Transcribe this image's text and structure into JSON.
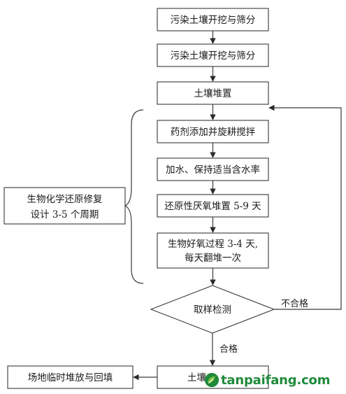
{
  "steps": {
    "excavate_1": "污染土壤开挖与筛分",
    "excavate_2": "污染土壤开挖与筛分",
    "stockpile": "土壤堆置",
    "add_agent": "药剂添加并旋耕搅拌",
    "water": "加水、保持适当含水率",
    "anaerobic": "还原性厌氧堆置 5-9 天",
    "aerobic_line1": "生物好氧过程 3-4 天,",
    "aerobic_line2": "每天翻堆一次",
    "sampling": "取样检测",
    "final_box": "土壤",
    "backfill": "场地临时堆放与回填"
  },
  "cycle": {
    "line1": "生物化学还原修复",
    "line2": "设计 3-5 个周期"
  },
  "branches": {
    "fail": "不合格",
    "pass": "合格"
  },
  "watermark": {
    "text": "tanpaifang.com"
  },
  "colors": {
    "watermark": "#1f8a3a",
    "logo_light": "#7cc242"
  }
}
